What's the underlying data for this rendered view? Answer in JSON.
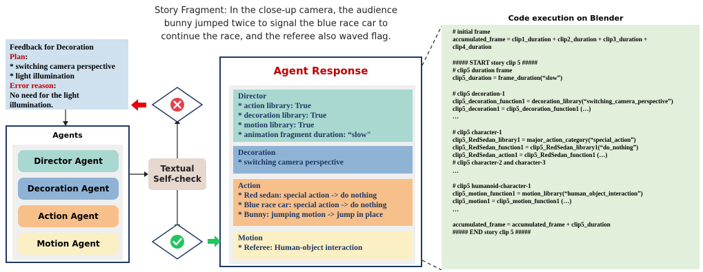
{
  "story": {
    "line1": "Story Fragment: In the close-up camera, the audience",
    "line2": "bunny jumped twice to signal the blue race car to",
    "line3": "continue the race, and the referee also waved flag."
  },
  "feedback": {
    "title": "Feedback for Decoration",
    "plan_label": "Plan",
    "plan_colon": ":",
    "plan_items": [
      "* switching camera perspective",
      "* light illumination"
    ],
    "error_label": "Error reason",
    "error_colon": ":",
    "error_text_1": "No need for the light",
    "error_text_2": "illumination."
  },
  "agents": {
    "title": "Agents",
    "items": [
      {
        "label": "Director Agent",
        "color": "#a8d8cf"
      },
      {
        "label": "Decoration Agent",
        "color": "#8fb3d5"
      },
      {
        "label": "Action Agent",
        "color": "#f7c08a"
      },
      {
        "label": "Motion Agent",
        "color": "#fbefc4"
      }
    ]
  },
  "selfcheck": {
    "line1": "Textual",
    "line2": "Self-check"
  },
  "response": {
    "title": "Agent Response",
    "director": {
      "title": "Director",
      "items": [
        "* action library: True",
        "* decoration library: True",
        "* motion library: True",
        "* animation fragment duration: “slow\""
      ],
      "color": "#a8d8cf"
    },
    "decoration": {
      "title": "Decoration",
      "items": [
        "* switching camera perspective"
      ],
      "color": "#8fb3d5"
    },
    "action": {
      "title": "Action",
      "items": [
        "* Red sedan: special action -> do nothing",
        "* Blue race car: special action -> do nothing",
        "* Bunny: jumping motion -> jump in place"
      ],
      "color": "#f7c08a"
    },
    "motion": {
      "title": "Motion",
      "items": [
        "* Referee: Human-object interaction"
      ],
      "color": "#fbefc4"
    }
  },
  "code": {
    "title": "Code execution on Blender",
    "lines": [
      "# initial frame",
      "accumulated_frame = clip1_duration + clip2_duration + clip3_duration +",
      "clip4_duration",
      "",
      "##### START story clip 5 #####",
      "# clip5 duration frame",
      "clip5_duration = frame_duration(“slow”)",
      "",
      "# clip5 decoration-1",
      "clip5_decoration_function1 = decoration_library(“switching_camera_perspective”)",
      "clip5_decoration1 = clip5_decoration_function1 (…)",
      "…",
      "",
      "# clip5 character-1",
      "clip5_RedSedan_library1 = major_action_category(“special_action”)",
      "clip5_RedSedan_function1 = clip5_RedSedan_library1(“do_nothing”)",
      "clip5_RedSedan_action1 = clip5_RedSedan_function1 (…)",
      "# clip5 character-2 and character-3",
      "…",
      "",
      "# clip5 humanoid-character-1",
      "clip5_motion_function1 = motion_library(“human_object_interaction”)",
      "clip5_motion1 = clip5_motion_function1 (…)",
      "…",
      "",
      "accumulated_frame = accumulated_frame + clip5_duration",
      "##### END story clip 5 #####"
    ]
  },
  "colors": {
    "navy": "#1f3864",
    "red_arrow": "#e8000b",
    "green_arrow": "#22c55e",
    "badge_red": "#e83e4a",
    "badge_green": "#22c55e"
  }
}
